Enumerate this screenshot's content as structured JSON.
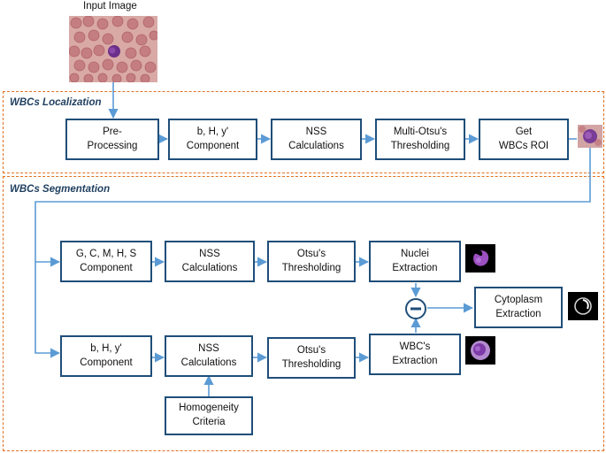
{
  "input": {
    "title": "Input Image"
  },
  "localization": {
    "title": "WBCs Localization",
    "steps": [
      {
        "label": "Pre-\nProcessing"
      },
      {
        "label": "b, H, y'\nComponent"
      },
      {
        "label": "NSS\nCalculations"
      },
      {
        "label": "Multi-Otsu's\nThresholding"
      },
      {
        "label": "Get\nWBCs ROI"
      }
    ]
  },
  "segmentation": {
    "title": "WBCs Segmentation",
    "top_row": [
      {
        "label": "G, C, M, H, S\nComponent"
      },
      {
        "label": "NSS\nCalculations"
      },
      {
        "label": "Otsu's\nThresholding"
      },
      {
        "label": "Nuclei\nExtraction"
      }
    ],
    "bottom_row": [
      {
        "label": "b, H, y'\nComponent"
      },
      {
        "label": "NSS\nCalculations"
      },
      {
        "label": "Otsu's\nThresholding"
      },
      {
        "label": "WBC's\nExtraction"
      }
    ],
    "homogeneity": {
      "label": "Homogeneity\nCriteria"
    },
    "cytoplasm": {
      "label": "Cytoplasm\nExtraction"
    },
    "operator": {
      "symbol": "−"
    }
  },
  "colors": {
    "box_border": "#1f4e79",
    "arrow": "#5b9bd5",
    "region_border": "#e07020"
  }
}
